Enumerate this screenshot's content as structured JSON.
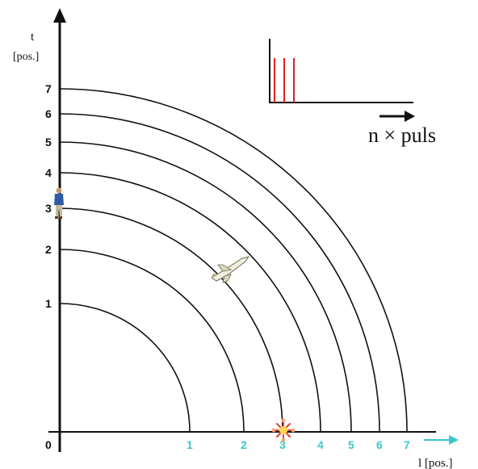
{
  "axes": {
    "t_label": "t",
    "t_unit": "[pos.]",
    "l_label": "l [pos.]",
    "origin": "0"
  },
  "t_ticks": [
    "1",
    "2",
    "3",
    "4",
    "5",
    "6",
    "7"
  ],
  "l_ticks": [
    "1",
    "2",
    "3",
    "4",
    "5",
    "6",
    "7"
  ],
  "l_tick_values": [
    1,
    2,
    3,
    4,
    5,
    6,
    7
  ],
  "t_tick_values": [
    1,
    2,
    3,
    4,
    5,
    6,
    7
  ],
  "inset": {
    "label": "n × puls",
    "pulse_count": 3
  },
  "colors": {
    "arcs": "#111111",
    "l_axis": "#3cc6cc",
    "pulse": "#e02020",
    "flash": "#e0402a"
  },
  "icons": [
    "person-icon",
    "airplane-icon",
    "flash-star-icon"
  ]
}
